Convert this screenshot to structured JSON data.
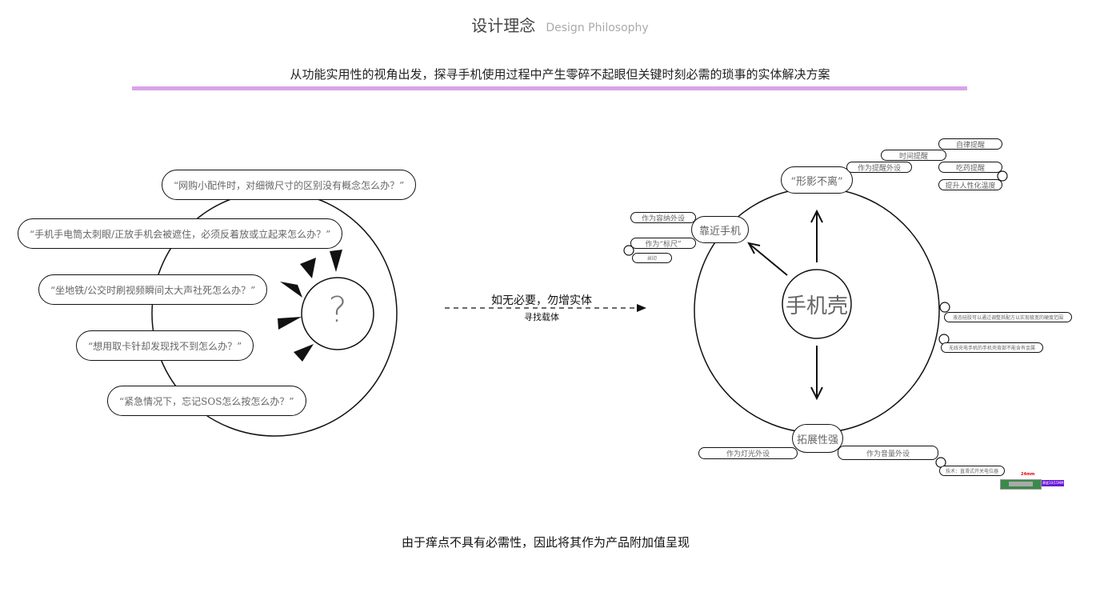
{
  "header": {
    "title": "设计理念",
    "subtitle": "Design Philosophy",
    "tagline": "从功能实用性的视角出发，探寻手机使用过程中产生零碎不起眼但关键时刻必需的琐事的实体解决方案"
  },
  "accent": "#d9a3ea",
  "left": {
    "questions": [
      "“网购小配件时，对细微尺寸的区别没有概念怎么办？”",
      "“手机手电筒太刺眼/正放手机会被遮住，必须反着放或立起来怎么办？”",
      "“坐地铁/公交时刷视频瞬间太大声社死怎么办？”",
      "“想用取卡针却发现找不到怎么办？”",
      "“紧急情况下，忘记SOS怎么按怎么办？”"
    ],
    "center": "?"
  },
  "middle": {
    "main": "如无必要，勿增实体",
    "sub": "寻找载体"
  },
  "right": {
    "center": "手机壳",
    "top": "“形影不离”",
    "left": "靠近手机",
    "bottom": "拓展性强",
    "top_items": [
      "作为提醒外设",
      "时间提醒",
      "自律提醒",
      "吃药提醒",
      "提升人性化温度"
    ],
    "left_items": [
      "作为容纳外设",
      "作为“标尺”",
      "丝印"
    ],
    "right_items": [
      "液态硅胶可以通过调整其配方以实现极宽的硬度范围",
      "无线充电手机的手机壳背部不能含有金属"
    ],
    "bottom_items": [
      "作为灯光外设",
      "作为音量外设",
      "技术：直滑式开关电位器"
    ],
    "component": {
      "dimension": "24mm",
      "thickness": "厚度10/15MM"
    }
  },
  "footer": "由于痒点不具有必需性，因此将其作为产品附加值呈现"
}
